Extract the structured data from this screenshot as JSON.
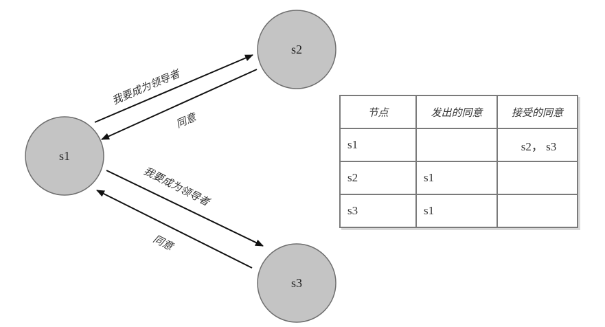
{
  "diagram": {
    "nodes": [
      {
        "id": "s1",
        "label": "s1"
      },
      {
        "id": "s2",
        "label": "s2"
      },
      {
        "id": "s3",
        "label": "s3"
      }
    ],
    "edges": [
      {
        "from": "s1",
        "to": "s2",
        "label": "我要成为领导者"
      },
      {
        "from": "s2",
        "to": "s1",
        "label": "同意"
      },
      {
        "from": "s1",
        "to": "s3",
        "label": "我要成为领导者"
      },
      {
        "from": "s3",
        "to": "s1",
        "label": "同意"
      }
    ],
    "colors": {
      "node_fill": "#c4c4c4",
      "node_stroke": "#6e6e6e",
      "edge": "#111111"
    }
  },
  "table": {
    "headers": [
      "节点",
      "发出的同意",
      "接受的同意"
    ],
    "rows": [
      [
        "s1",
        "",
        "s2， s3"
      ],
      [
        "s2",
        "s1",
        ""
      ],
      [
        "s3",
        "s1",
        ""
      ]
    ]
  }
}
